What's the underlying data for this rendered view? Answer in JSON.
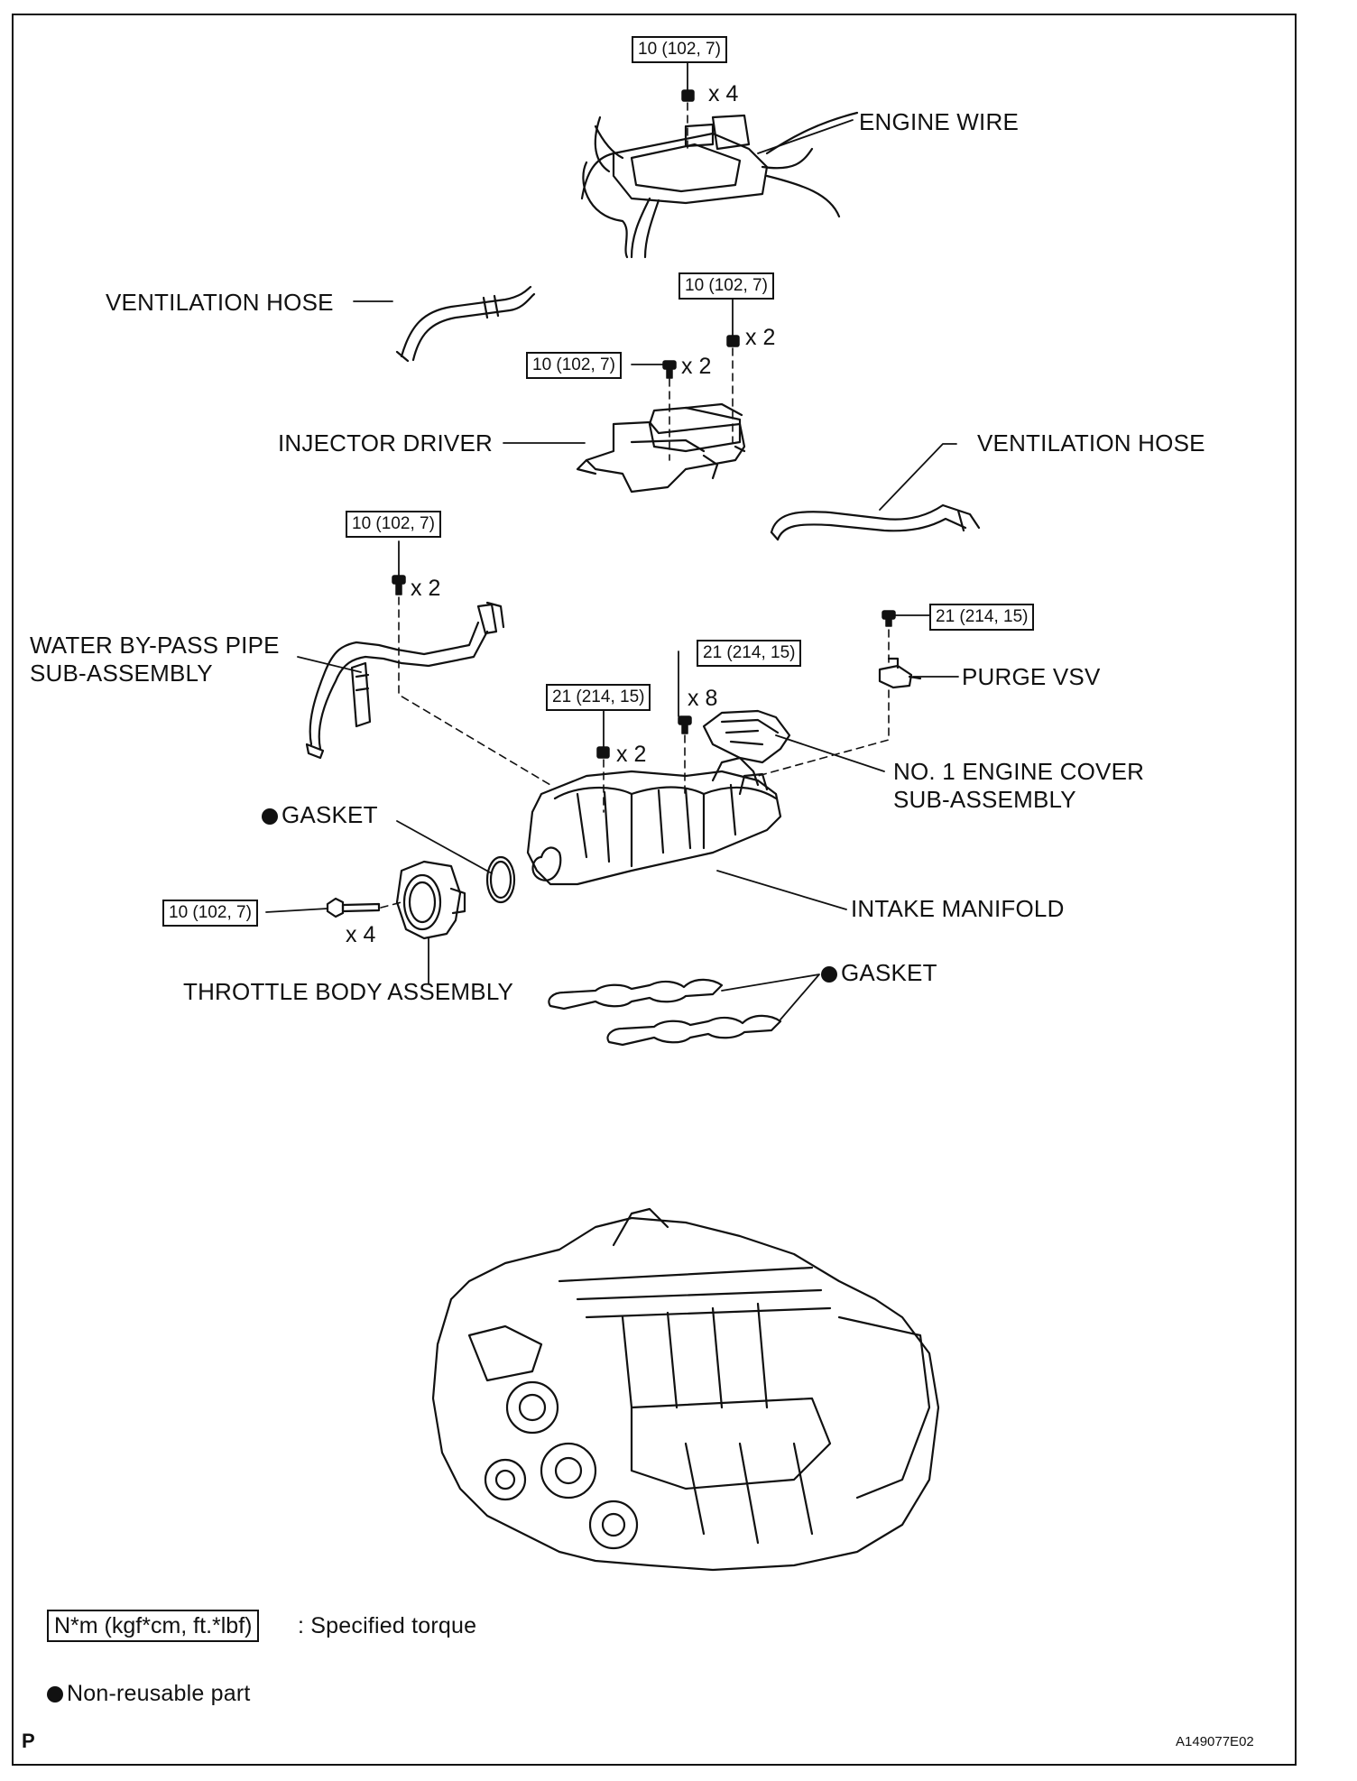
{
  "labels": {
    "engine_wire": "ENGINE WIRE",
    "ventilation_hose_left": "VENTILATION HOSE",
    "ventilation_hose_right": "VENTILATION HOSE",
    "injector_driver": "INJECTOR DRIVER",
    "water_bypass_line1": "WATER BY-PASS PIPE",
    "water_bypass_line2": "SUB-ASSEMBLY",
    "purge_vsv": "PURGE VSV",
    "engine_cover_line1": "NO. 1 ENGINE COVER",
    "engine_cover_line2": "SUB-ASSEMBLY",
    "gasket_top": "GASKET",
    "intake_manifold": "INTAKE MANIFOLD",
    "throttle_body": "THROTTLE BODY ASSEMBLY",
    "gasket_bottom": "GASKET"
  },
  "torque": {
    "engine_wire": "10 (102, 7)",
    "injector_upper": "10 (102, 7)",
    "injector_left": "10 (102, 7)",
    "water_bypass": "10 (102, 7)",
    "purge_vsv": "21 (214, 15)",
    "cover": "21 (214, 15)",
    "manifold": "21 (214, 15)",
    "throttle": "10 (102, 7)"
  },
  "quantities": {
    "engine_wire": "x 4",
    "injector_upper": "x 2",
    "injector_left": "x 2",
    "water_bypass": "x 2",
    "cover": "x 8",
    "manifold": "x 2",
    "throttle": "x 4"
  },
  "legend": {
    "torque_box": "N*m (kgf*cm, ft.*lbf)",
    "torque_desc": ": Specified torque",
    "nonreusable": "Non-reusable part"
  },
  "footer": {
    "left": "P",
    "code": "A149077E02"
  }
}
